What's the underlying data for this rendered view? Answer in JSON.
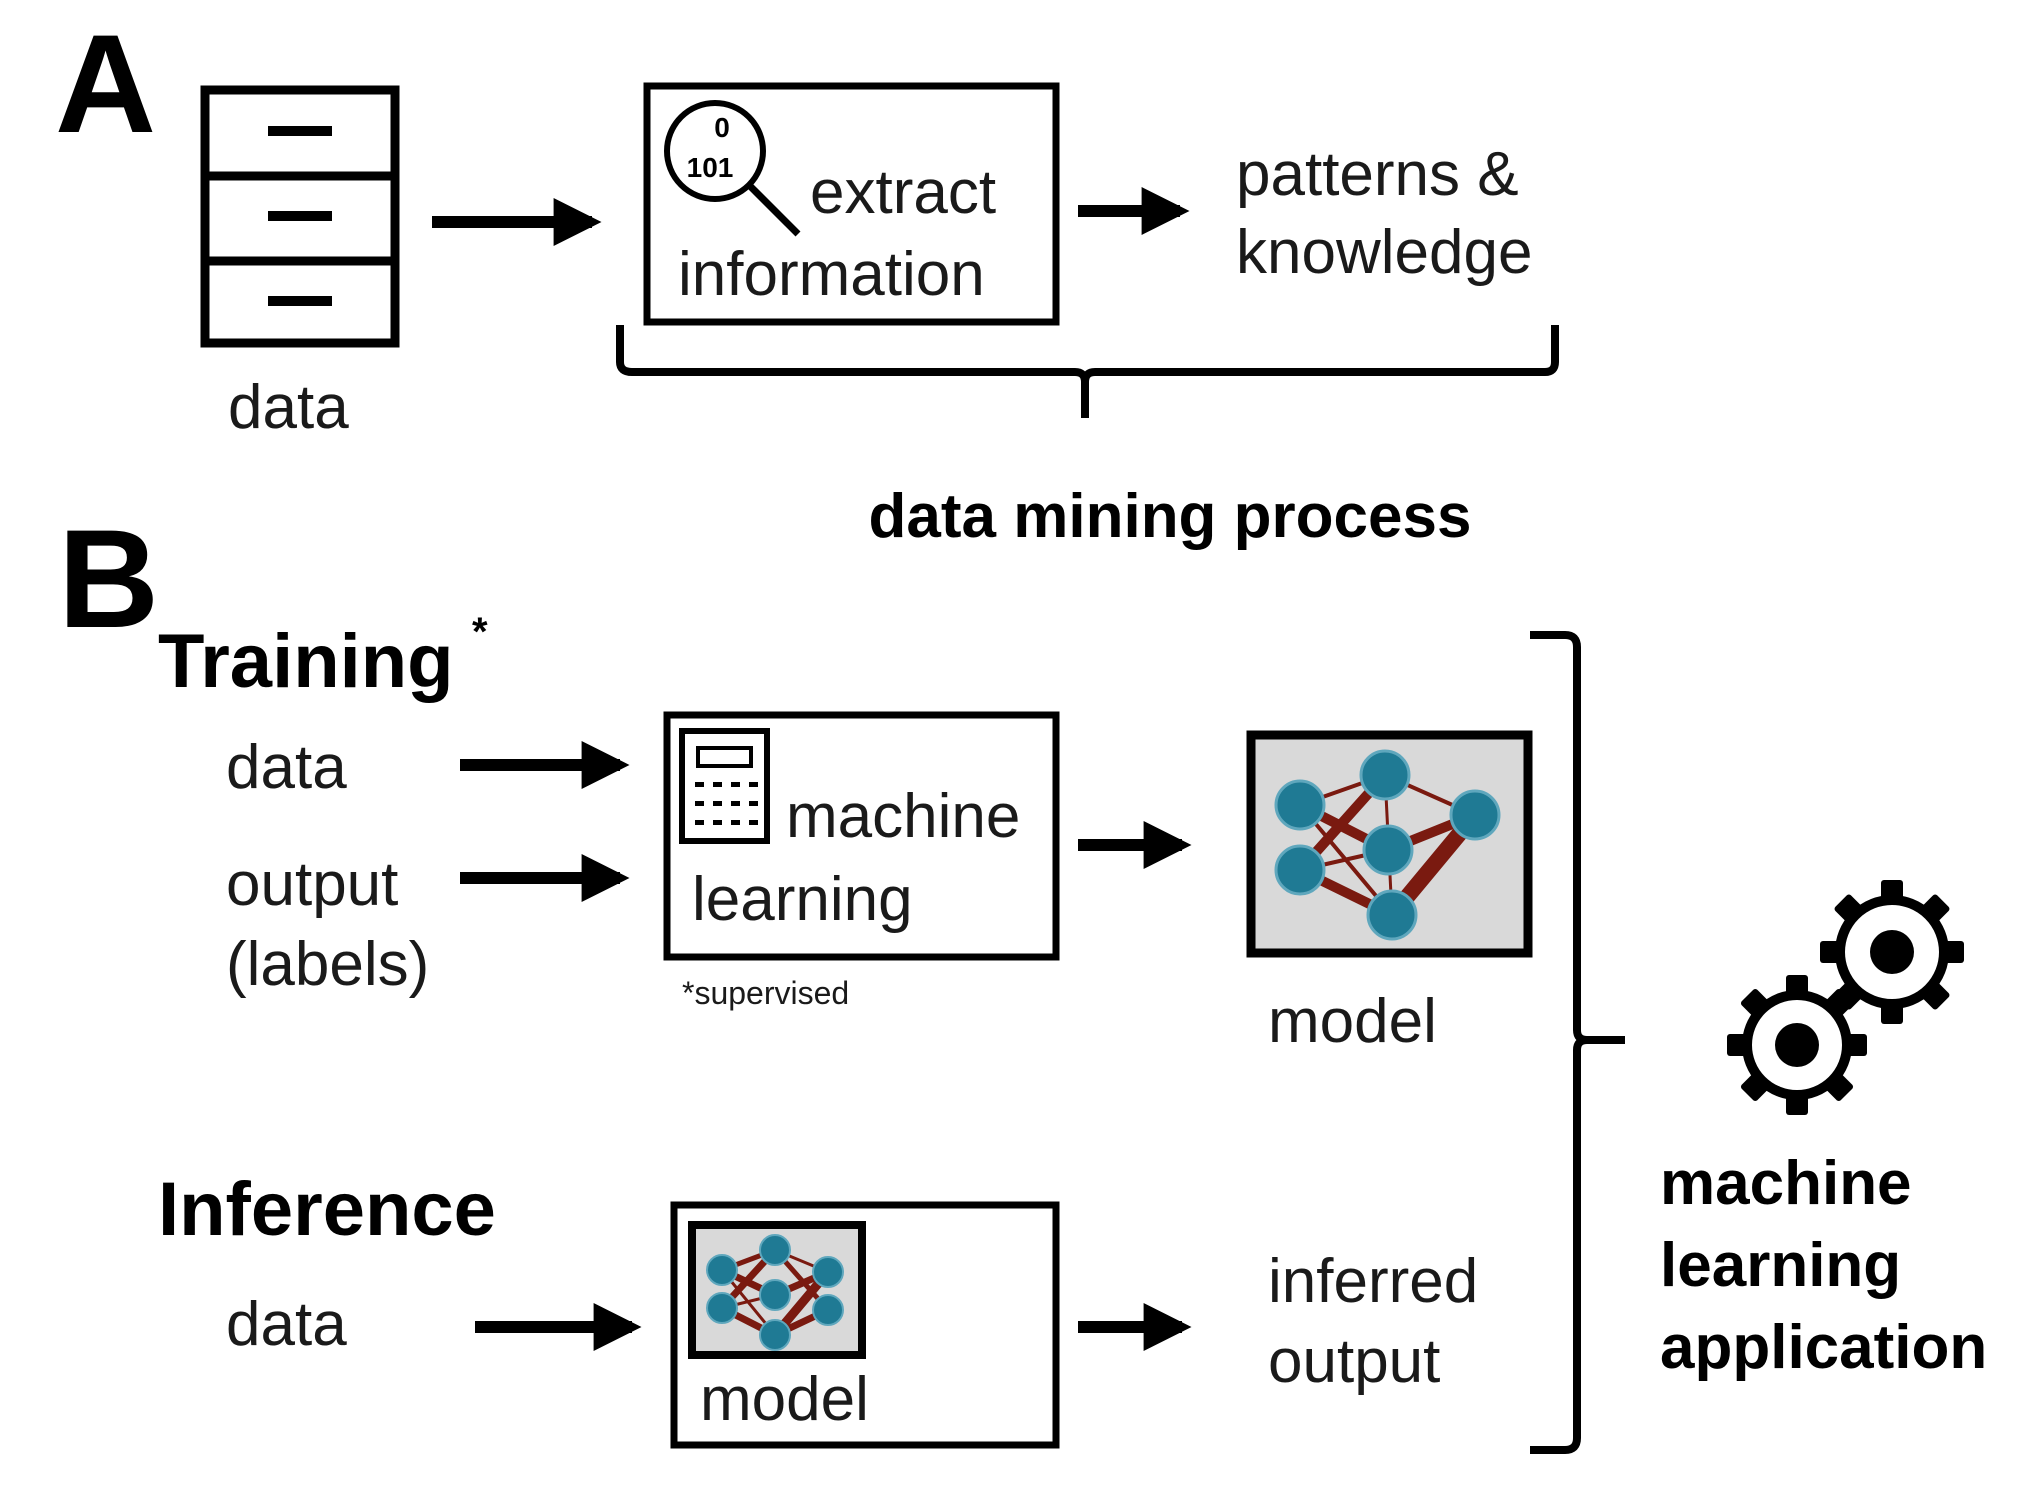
{
  "panel_a": {
    "letter": "A",
    "data_label": "data",
    "binary_top": "0",
    "binary_bottom": "101",
    "extract_line1": "extract",
    "extract_line2": "information",
    "patterns_line1": "patterns &",
    "patterns_line2": "knowledge",
    "process_label": "data mining process"
  },
  "panel_b": {
    "letter": "B",
    "training": {
      "title": "Training",
      "asterisk": "*",
      "data_label": "data",
      "output_line1": "output",
      "output_line2": "(labels)",
      "ml_line1": "machine",
      "ml_line2": "learning",
      "footnote": "*supervised",
      "model_label": "model"
    },
    "inference": {
      "title": "Inference",
      "data_label": "data",
      "model_label": "model",
      "result_line1": "inferred",
      "result_line2": "output"
    },
    "application_line1": "machine",
    "application_line2": "learning",
    "application_line3": "application"
  },
  "colors": {
    "node": "#1f7a94",
    "node_stroke": "#5fa7bd",
    "edge": "#7a1a10",
    "model_bg": "#d9d9d9",
    "binary_text": "#1f7a94"
  },
  "icons": [
    "file-cabinet-icon",
    "magnifier-binary-icon",
    "calculator-icon",
    "neural-network-icon",
    "gears-icon"
  ]
}
